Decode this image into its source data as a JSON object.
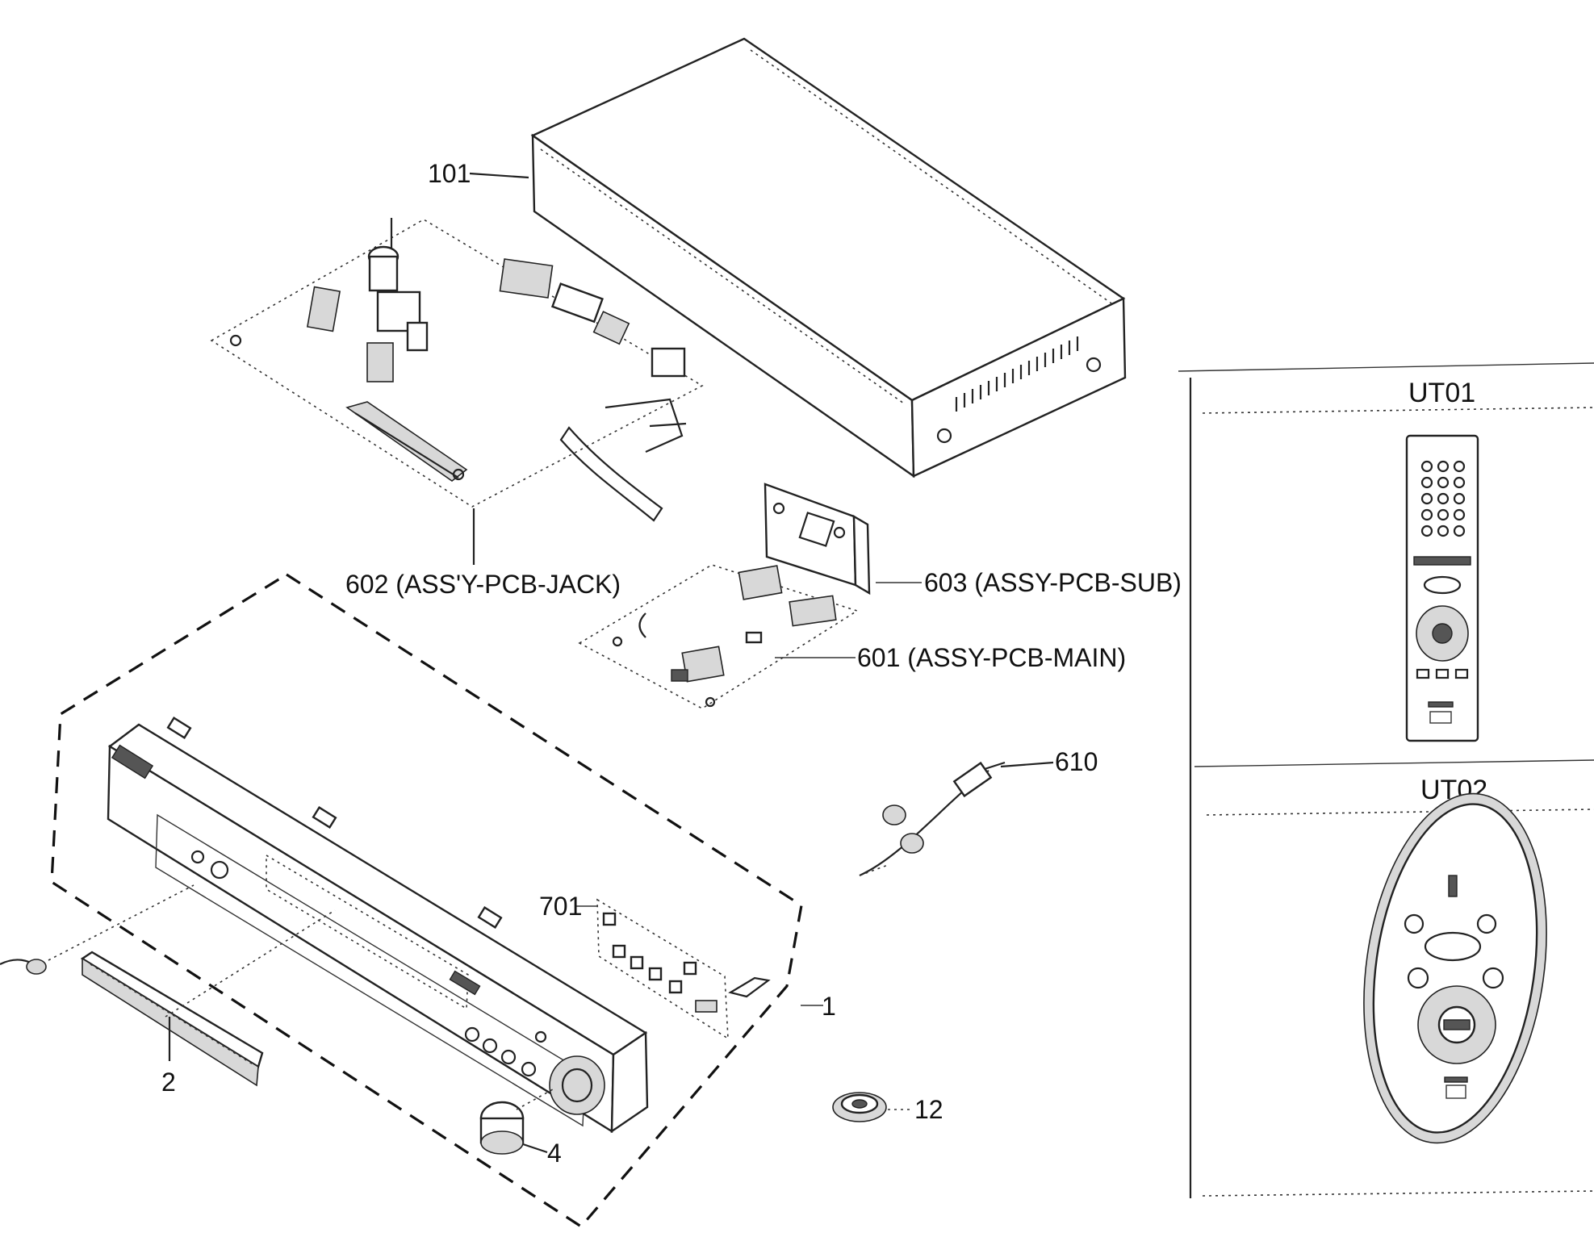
{
  "callouts": {
    "p101": "101",
    "p602": "602 (ASS'Y-PCB-JACK)",
    "p603": "603 (ASSY-PCB-SUB)",
    "p601": "601 (ASSY-PCB-MAIN)",
    "p610": "610",
    "p701": "701",
    "p1": "1",
    "p2": "2",
    "p4": "4",
    "p12": "12"
  },
  "accessories": {
    "ut01": "UT01",
    "ut02": "UT02"
  }
}
